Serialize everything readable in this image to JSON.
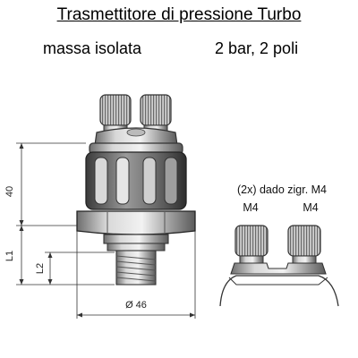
{
  "title": "Trasmettitore di pressione Turbo",
  "subtitle_left": "massa isolata",
  "subtitle_right": "2 bar, 2 poli",
  "dimensions": {
    "height_40": "40",
    "l1": "L1",
    "l2": "L2",
    "diameter": "Ø 46"
  },
  "detail": {
    "caption": "(2x) dado zigr. M4",
    "left_terminal": "M4",
    "right_terminal": "M4"
  }
}
